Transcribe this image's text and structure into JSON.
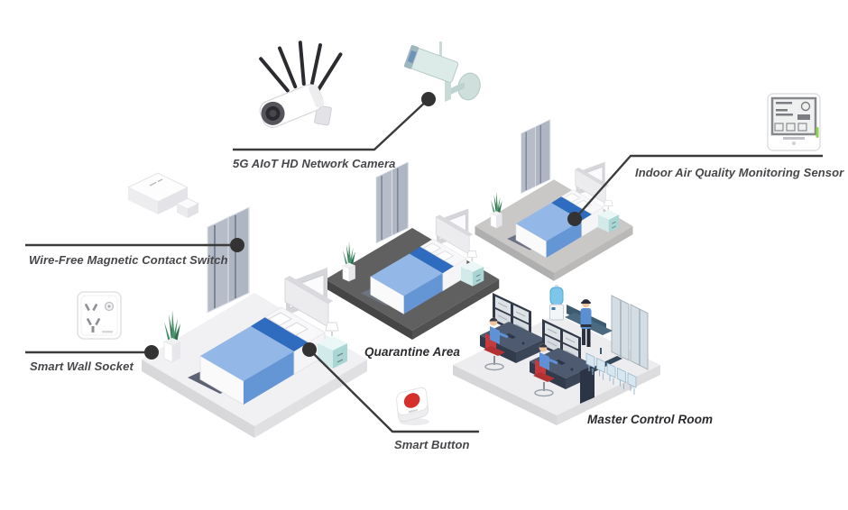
{
  "diagram": {
    "type": "isometric-smart-quarantine-iot-solution",
    "labels": {
      "camera": "5G AIoT HD Network Camera",
      "air_sensor": "Indoor Air Quality Monitoring Sensor",
      "contact_switch": "Wire-Free Magnetic Contact Switch",
      "wall_socket": "Smart Wall Socket",
      "smart_button": "Smart Button",
      "quarantine_area": "Quarantine Area",
      "master_control_room": "Master Control Room"
    },
    "colors": {
      "background": "#ffffff",
      "connector_line": "#3b3b3b",
      "connector_dot": "#333333",
      "bed_blanket_light": "#93b7e6",
      "bed_blanket_dark": "#2f6cc0",
      "alert_button_red": "#d5302c",
      "nightstand_teal": "#cfe9e8",
      "platform_light": "#f1f1f3",
      "platform_dark": "#606060",
      "platform_gray": "#c9c8c7",
      "operator_shirt_blue": "#5b8fd4",
      "chair_red": "#c53a3c",
      "camera_body_teal": "#dcebe7",
      "plant_green": "#2f7050"
    }
  }
}
